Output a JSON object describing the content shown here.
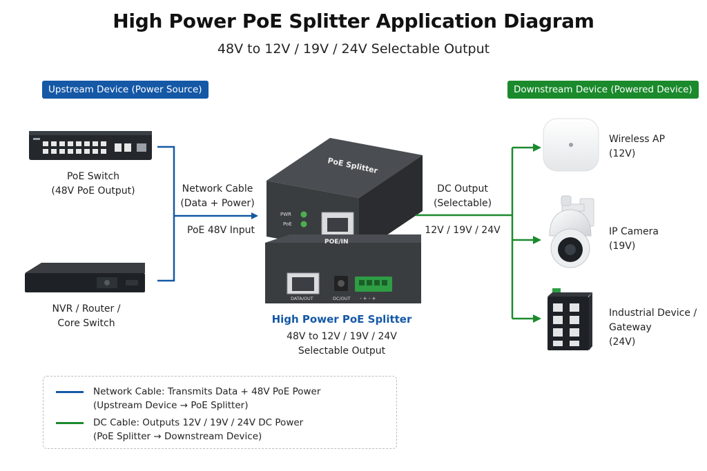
{
  "title": "High Power PoE Splitter Application Diagram",
  "subtitle": "48V to 12V / 19V / 24V Selectable Output",
  "upstream_badge": "Upstream Device  (Power Source)",
  "downstream_badge": "Downstream Device  (Powered Device)",
  "devices_left": {
    "poe_switch": {
      "name": "PoE Switch",
      "detail": "(48V PoE Output)"
    },
    "nvr": {
      "name": "NVR / Router /",
      "detail": "Core Switch"
    }
  },
  "center": {
    "network_cable": "Network Cable",
    "network_cable_detail": "(Data + Power)",
    "poe_input": "PoE 48V Input",
    "dc_output": "DC Output",
    "dc_output_detail": "(Selectable)",
    "voltages": "12V / 19V / 24V",
    "splitter_name": "High Power PoE Splitter",
    "splitter_desc_1": "48V to 12V / 19V / 24V",
    "splitter_desc_2": "Selectable Output"
  },
  "device_labels": {
    "top_face": "PoE Splitter",
    "pwr": "PWR",
    "poe": "PoE",
    "poe_in": "POE/IN",
    "data_out": "DATA/OUT",
    "dc_out": "DC/OUT",
    "terminal_signs": "-   +   -   +"
  },
  "devices_right": {
    "wireless_ap": {
      "name": "Wireless AP",
      "voltage": "(12V)"
    },
    "ip_camera": {
      "name": "IP Camera",
      "voltage": "(19V)"
    },
    "industrial": {
      "name": "Industrial Device /",
      "name2": "Gateway",
      "voltage": "(24V)"
    }
  },
  "legend": {
    "network": {
      "line1": "Network Cable: Transmits Data + 48V PoE Power",
      "line2": "(Upstream Device → PoE Splitter)"
    },
    "dc": {
      "line1": "DC Cable: Outputs 12V / 19V / 24V DC Power",
      "line2": "(PoE Splitter → Downstream Device)"
    }
  },
  "colors": {
    "network_blue": "#1458a6",
    "dc_green": "#1a8a2c"
  }
}
